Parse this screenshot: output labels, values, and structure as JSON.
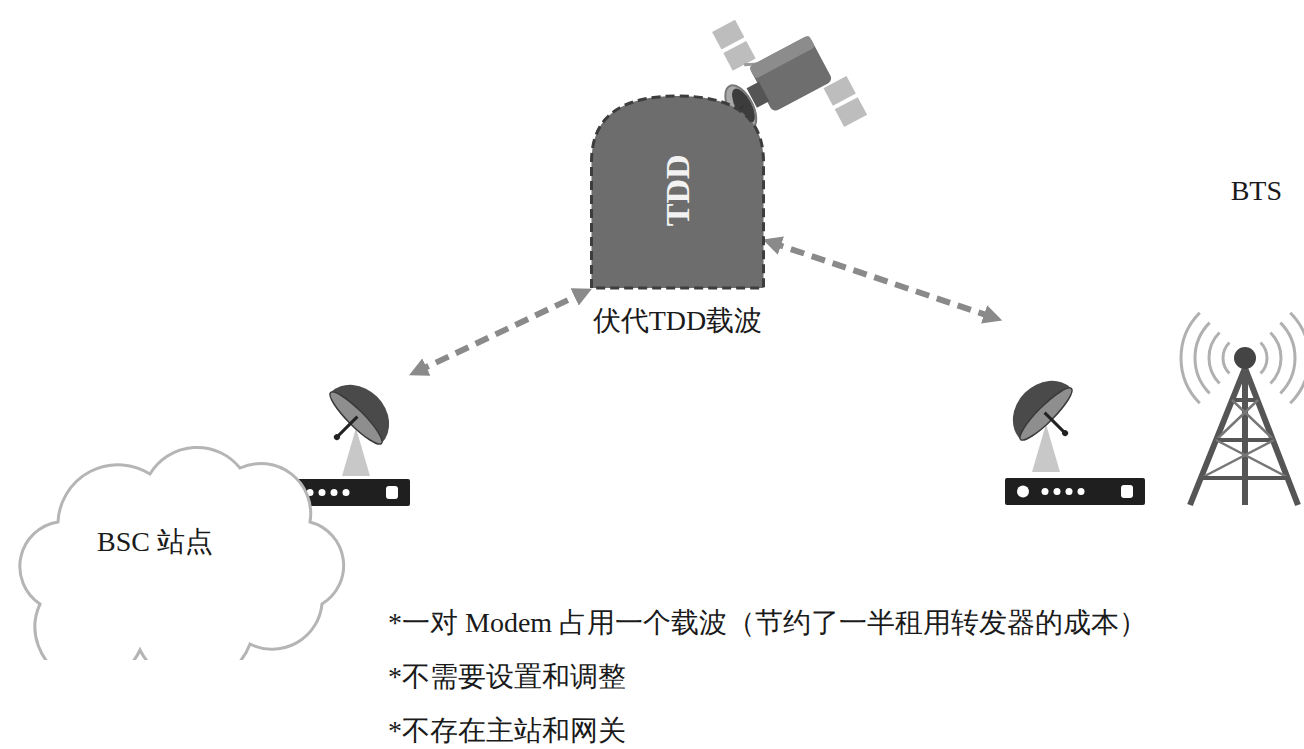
{
  "diagram": {
    "nodes": [
      {
        "text": [
          "TDD",
          "伏代TDD载波"
        ]
      },
      {
        "text": [
          "BSC 站点"
        ]
      },
      {
        "text": [
          "BTS"
        ]
      }
    ],
    "edges": [
      {
        "from": 1,
        "to": 0,
        "arrow": "both"
      },
      {
        "from": 0,
        "to": 2,
        "arrow": "both"
      }
    ],
    "labels": [
      "*一对 Modem 占用一个载波（节约了一半租用转发器的成本）",
      "*不需要设置和调整",
      "*不存在主站和网关"
    ]
  }
}
